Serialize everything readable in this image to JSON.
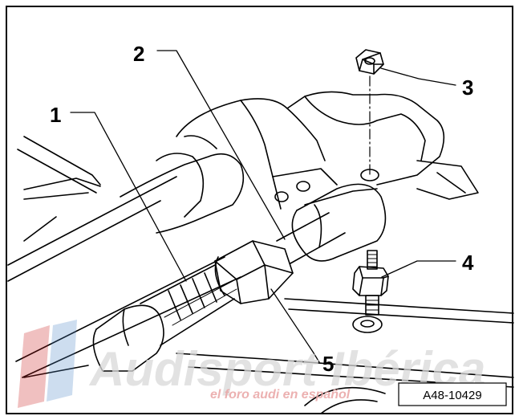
{
  "callouts": {
    "c1": "1",
    "c2": "2",
    "c3": "3",
    "c4": "4",
    "c5": "5"
  },
  "reference_code": "A48-10429",
  "watermark": {
    "logo": "Audisport Ibérica",
    "tagline": "el foro audi en español"
  },
  "colors": {
    "line": "#000000",
    "background": "#ffffff",
    "watermark_gray": "#d8d8d8",
    "watermark_red": "#c81e1e",
    "watermark_blue": "#4a86c5"
  }
}
